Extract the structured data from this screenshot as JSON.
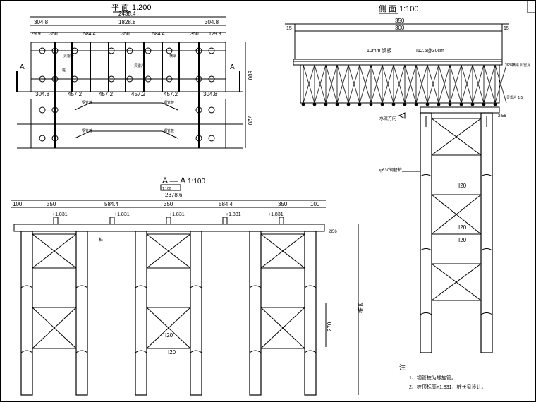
{
  "plan": {
    "title": "平 面",
    "scale": "1:200",
    "dims_top": [
      "2438.4",
      "304.8",
      "1828.8",
      "304.8"
    ],
    "dims_row2": [
      "29.9",
      "350",
      "584.4",
      "350",
      "584.4",
      "350",
      "129.8"
    ],
    "dims_row3": [
      "304.8",
      "457.2",
      "457.2",
      "457.2",
      "457.2",
      "304.8"
    ],
    "right_dims": [
      "600",
      "720"
    ],
    "section_left": "A",
    "section_right": "A",
    "labels": [
      "贝雷片",
      "横梁",
      "桩",
      "贝雷片",
      "钢管桩",
      "钢管桩",
      "钢管桩",
      "钢管桩"
    ]
  },
  "side": {
    "title": "侧 面",
    "scale": "1:100",
    "dims": [
      "15",
      "350",
      "300",
      "15"
    ],
    "deck_label": "10mm 钢板",
    "deck_label2": "I12.6@30cm",
    "right_labels": [
      "2I28横梁 贝雷片",
      "贝雷片 1.5"
    ],
    "cap_label": "2I56",
    "flow_label": "水流方向",
    "pile_label": "φ630钢管桩",
    "bracing": [
      "I20",
      "I20",
      "I20"
    ]
  },
  "section": {
    "title": "A — A",
    "subtitle": "1:100",
    "scale_box": "1:100",
    "total": "2378.6",
    "dims": [
      "100",
      "350",
      "584.4",
      "350",
      "584.4",
      "350",
      "100"
    ],
    "levels": [
      "+1.831",
      "+1.831",
      "+1.831",
      "+1.831",
      "+1.831"
    ],
    "cap_label": "2I56",
    "side_label": "桩",
    "height_dims": [
      "270",
      "桩长"
    ],
    "bracing": [
      "I20",
      "I20"
    ]
  },
  "notes": {
    "title": "注",
    "lines": [
      "1、钢管桩为螺旋管。",
      "2、桩顶标高+1.831，桩长见设计。"
    ]
  }
}
